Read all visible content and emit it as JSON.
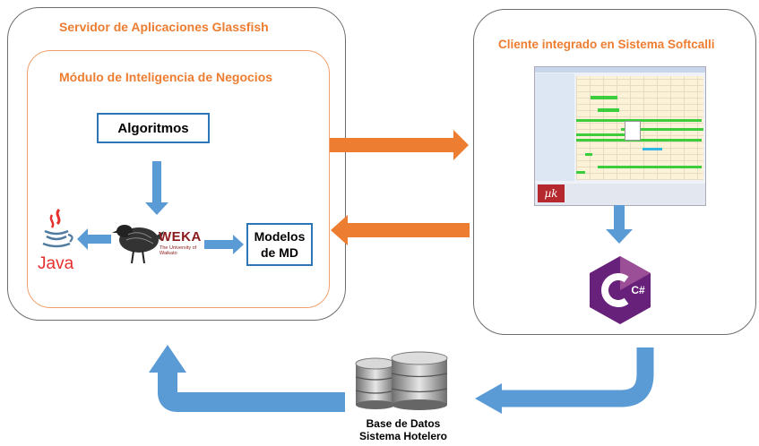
{
  "colors": {
    "orange": "#ed7d31",
    "blue_arrow": "#5b9bd5",
    "blue_border": "#2e75b6",
    "csharp_purple": "#68217a",
    "weka_red": "#8b1a1a",
    "java_red": "#e62e2d",
    "java_blue": "#4f7ba0"
  },
  "server": {
    "title": "Servidor de Aplicaciones Glassfish",
    "module_title": "Módulo de Inteligencia de Negocios",
    "algorithms_label": "Algoritmos",
    "models_label": "Modelos de MD",
    "java_logo_text": "Java",
    "weka_logo_text": "WEKA",
    "weka_logo_subtext": "The University of Waikato"
  },
  "client": {
    "title": "Cliente integrado en Sistema Softcalli",
    "screenshot_logo_text": "µk",
    "csharp_logo_text": "C#"
  },
  "database": {
    "caption_line1": "Base de Datos",
    "caption_line2": "Sistema Hotelero"
  }
}
